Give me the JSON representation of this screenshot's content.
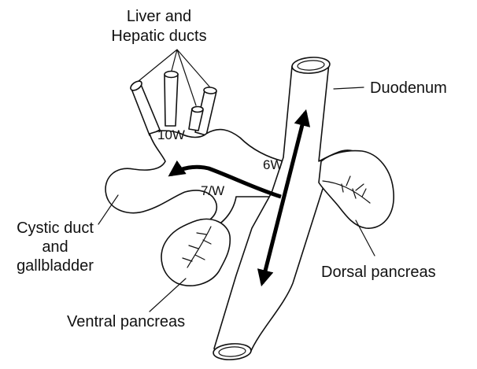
{
  "labels": {
    "liver_hepatic_line1": "Liver and",
    "liver_hepatic_line2": "Hepatic ducts",
    "duodenum": "Duodenum",
    "cystic_line1": "Cystic duct",
    "cystic_line2": "and",
    "cystic_line3": "gallbladder",
    "dorsal_pancreas": "Dorsal pancreas",
    "ventral_pancreas": "Ventral pancreas",
    "week_10": "10W",
    "week_6": "6W",
    "week_7": "7/W"
  },
  "colors": {
    "stroke": "#111111",
    "arrow": "#000000",
    "background": "#ffffff"
  }
}
